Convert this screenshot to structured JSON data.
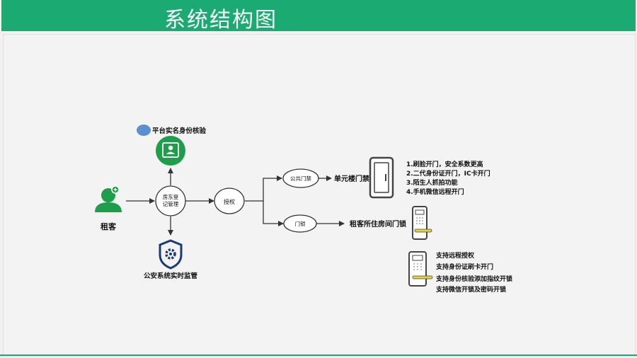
{
  "header": {
    "title": "系统结构图"
  },
  "nodes": {
    "tenant": "租客",
    "landlord": "房东登记管理",
    "landlord_line1": "房东登",
    "landlord_line2": "记管理",
    "platform": "平台实名身份核验",
    "police": "公安系统实时监管",
    "auth": "授权",
    "public_gate": "公共门禁",
    "door_lock": "门锁",
    "unit_gate": "单元楼门禁",
    "room_lock": "租客所住房间门锁"
  },
  "features_gate": [
    "1.刷脸开门，安全系数更高",
    "2.二代身份证开门，IC卡开门",
    "3.陌生人抓拍功能",
    "4.手机微信远程开门"
  ],
  "features_lock": [
    "支持远程授权",
    "支持身份证刷卡开门",
    "支持身份核验添加指纹开锁",
    "支持微信开锁及密码开锁"
  ],
  "colors": {
    "accent": "#1aaa72",
    "icon_green": "#1e9e4a",
    "shield_navy": "#1b3a7a",
    "dot_blue": "#5b8fd0",
    "lock_yellow": "#e8d23a"
  },
  "icons": [
    "user-icon",
    "id-card-icon",
    "shield-gear-icon",
    "door-icon",
    "smart-lock-icon"
  ]
}
